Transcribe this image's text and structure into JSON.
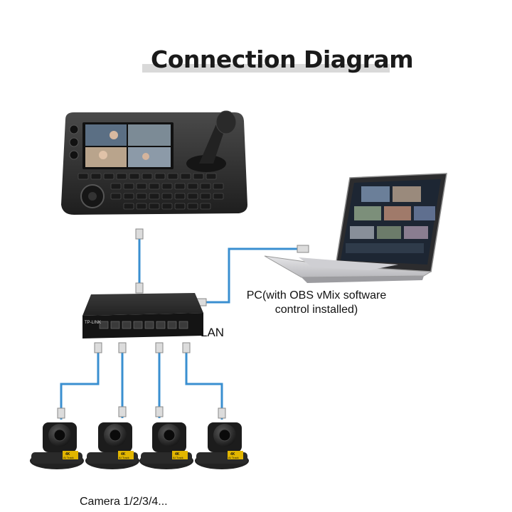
{
  "title": "Connection Diagram",
  "labels": {
    "pc_line1": "PC(with OBS vMix software",
    "pc_line2": "control installed)",
    "lan": "LAN",
    "cameras": "Camera 1/2/3/4..."
  },
  "devices": {
    "switch_brand": "TP-LINK",
    "camera_badge_top": "4K",
    "camera_badge_bottom": "AI Track"
  },
  "colors": {
    "cable": "#3a8fd0",
    "device_dark": "#2b2b2b",
    "accent": "#e2b600"
  }
}
